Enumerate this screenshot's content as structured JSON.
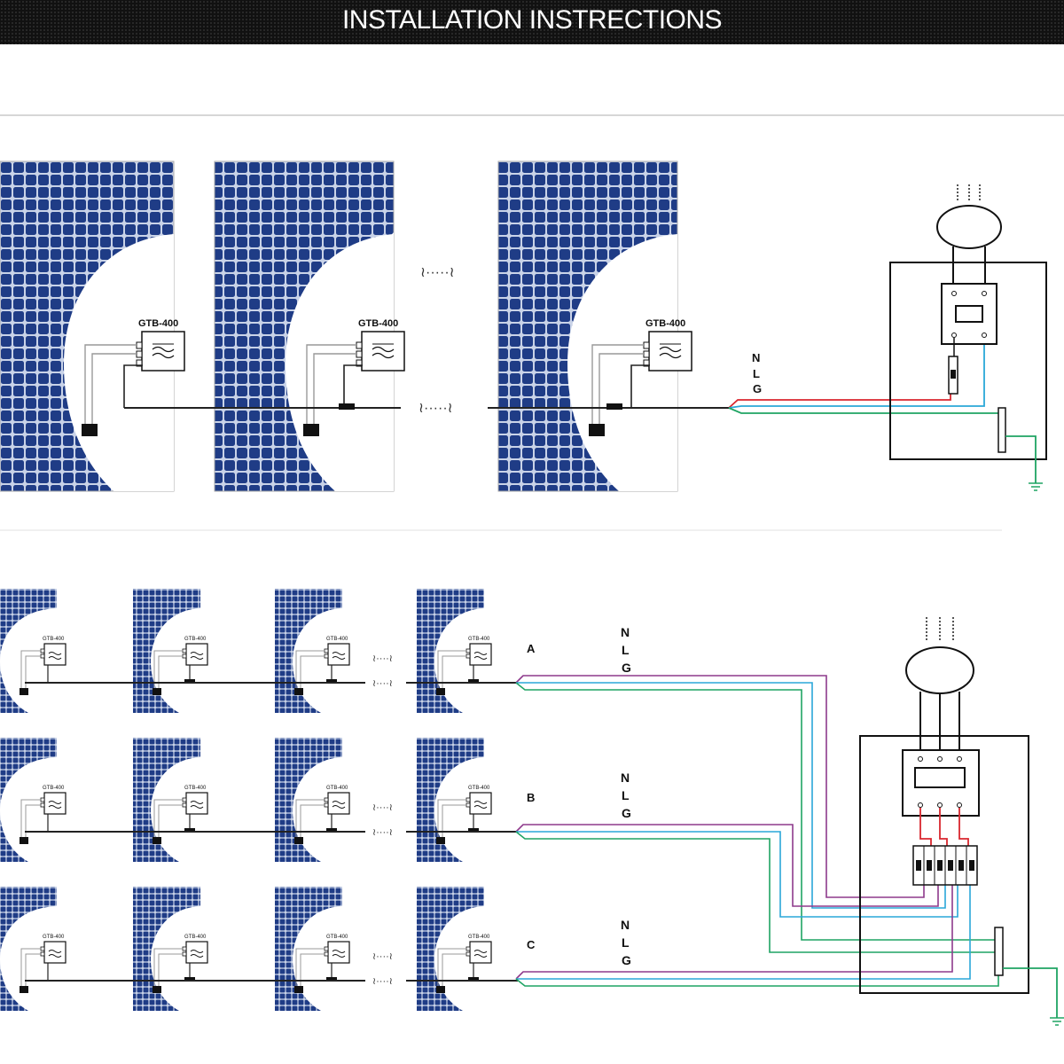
{
  "header": {
    "title": "INSTALLATION INSTRECTIONS"
  },
  "top_diagram": {
    "inverter_label": "GTB-400",
    "line_labels": [
      "N",
      "L",
      "G"
    ],
    "colors": {
      "panel": "#1d3a85",
      "line_L": "#d9262e",
      "line_N": "#2aa7d8",
      "line_G": "#1fa463"
    }
  },
  "bottom_diagram": {
    "inverter_label": "GTB-400",
    "phases": [
      {
        "phase": "A",
        "line_labels": [
          "N",
          "L",
          "G"
        ]
      },
      {
        "phase": "B",
        "line_labels": [
          "N",
          "L",
          "G"
        ]
      },
      {
        "phase": "C",
        "line_labels": [
          "N",
          "L",
          "G"
        ]
      }
    ],
    "colors": {
      "line_L": "#8e3a8c",
      "line_N": "#2aa7d8",
      "line_G": "#1fa463"
    }
  }
}
